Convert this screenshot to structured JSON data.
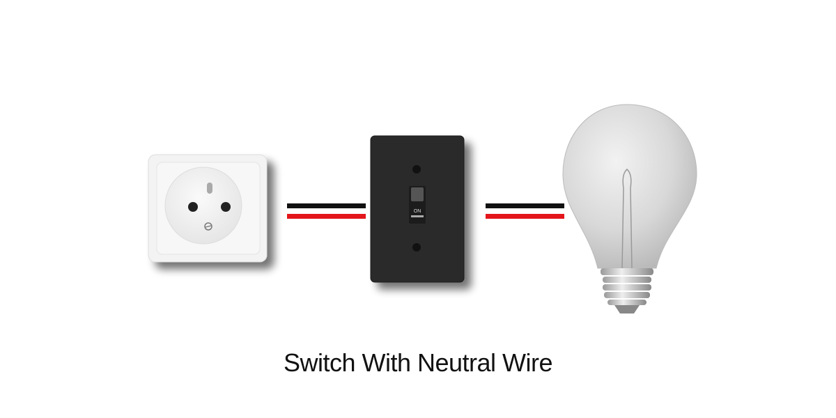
{
  "title": "Switch With Neutral Wire",
  "switch": {
    "toggle_label": "ON",
    "state": "on"
  },
  "components": [
    "power-outlet",
    "light-switch",
    "light-bulb"
  ],
  "colors": {
    "wire_black": "#111111",
    "wire_red": "#e3161b",
    "switch_plate": "#2a2a2a",
    "outlet": "#f4f4f4"
  }
}
